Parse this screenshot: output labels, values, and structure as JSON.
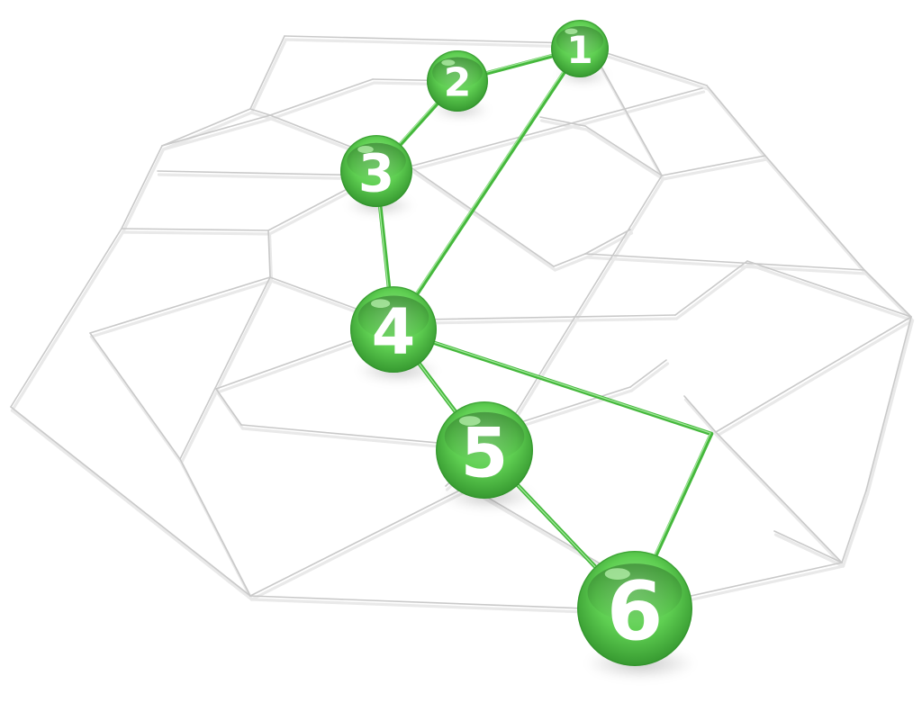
{
  "colors": {
    "node_fill": "#5fcf52",
    "node_dark": "#2f8f2a",
    "node_light": "#b8f2ae",
    "route": "#45b83c",
    "mesh": "#c9c9c9",
    "label": "#ffffff"
  },
  "nodes": [
    {
      "id": "1",
      "label": "1"
    },
    {
      "id": "2",
      "label": "2"
    },
    {
      "id": "3",
      "label": "3"
    },
    {
      "id": "4",
      "label": "4"
    },
    {
      "id": "5",
      "label": "5"
    },
    {
      "id": "6",
      "label": "6"
    }
  ],
  "route_edges": [
    [
      "1",
      "2"
    ],
    [
      "2",
      "3"
    ],
    [
      "3",
      "4"
    ],
    [
      "1",
      "4"
    ],
    [
      "4",
      "5"
    ],
    [
      "5",
      "6"
    ],
    [
      "4",
      "6"
    ]
  ]
}
